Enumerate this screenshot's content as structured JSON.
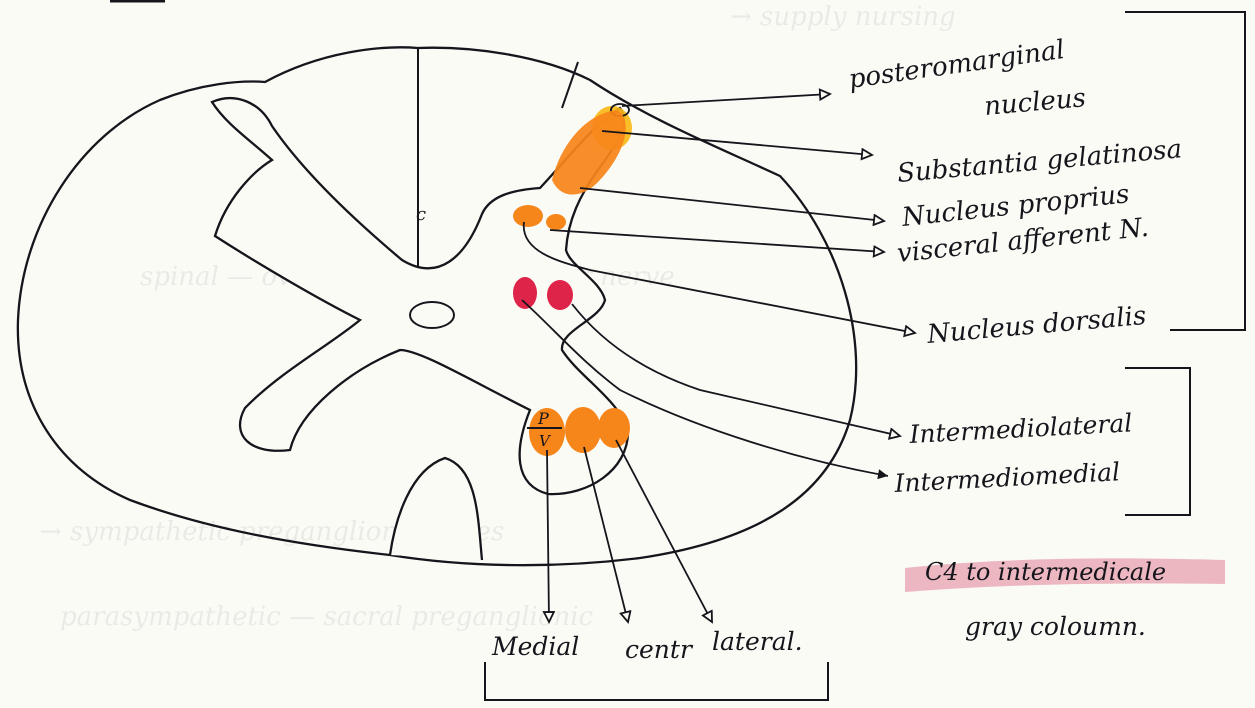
{
  "labels": {
    "posteromarginal_1": "posteromarginal",
    "posteromarginal_2": "nucleus",
    "substantia": "Substantia gelatinosa",
    "proprius": "Nucleus proprius",
    "visceral": "visceral afferent N.",
    "dorsalis": "Nucleus dorsalis",
    "intermediolateral": "Intermediolateral",
    "intermediomedial": "Intermediomedial",
    "medial": "Medial",
    "central": "centr",
    "lateral": "lateral.",
    "pv_p": "P",
    "pv_v": "V",
    "dorsal_septum": "c",
    "note_line1": "C4 to intermedicale",
    "note_line2": "gray coloumn."
  },
  "colors": {
    "ink": "#15151c",
    "orange": "#f6851a",
    "yellow": "#f8b813",
    "red": "#de2449",
    "highlight": "#e7a0ad"
  }
}
